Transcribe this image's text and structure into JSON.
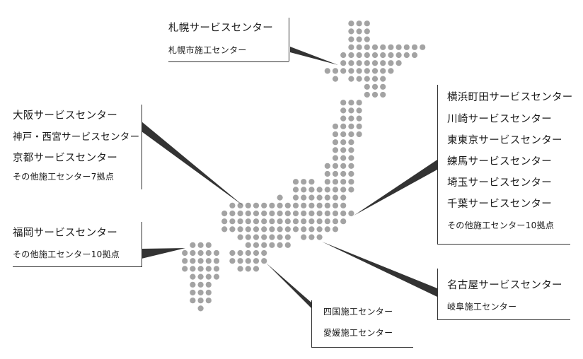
{
  "map": {
    "dot_color": "#a3a3a3",
    "wedge_color": "#333333"
  },
  "sapporo": {
    "lines": [
      "札幌サービスセンター",
      "札幌市施工センター"
    ]
  },
  "osaka": {
    "lines": [
      "大阪サービスセンター",
      "神戸・西宮サービスセンター",
      "京都サービスセンター",
      "その他施工センター7拠点"
    ]
  },
  "fukuoka": {
    "lines": [
      "福岡サービスセンター",
      "その他施工センター10拠点"
    ]
  },
  "shikoku": {
    "lines": [
      "四国施工センター",
      "愛媛施工センター"
    ]
  },
  "kanto": {
    "lines": [
      "横浜町田サービスセンター",
      "川崎サービスセンター",
      "東東京サービスセンター",
      "練馬サービスセンター",
      "埼玉サービスセンター",
      "千葉サービスセンター",
      "その他施工センター10拠点"
    ]
  },
  "nagoya": {
    "lines": [
      "名古屋サービスセンター",
      "岐阜施工センター"
    ]
  }
}
